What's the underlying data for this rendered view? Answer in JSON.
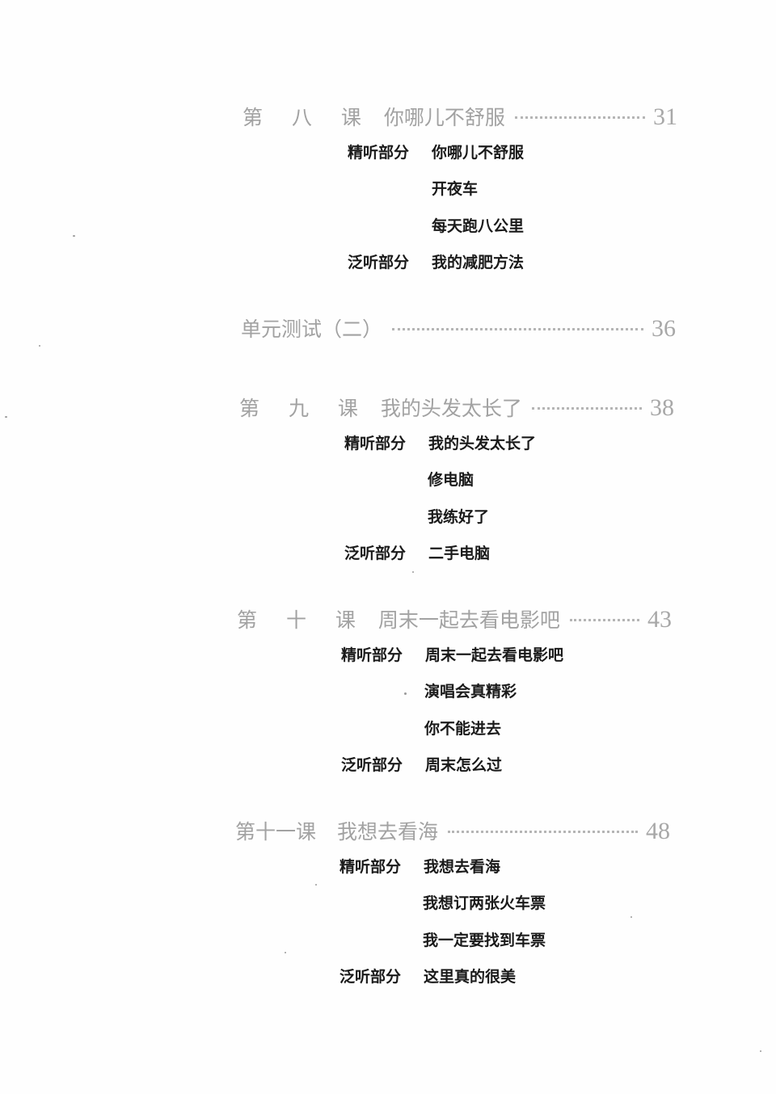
{
  "toc": {
    "entries": [
      {
        "lesson": "第 八 课",
        "title": "你哪儿不舒服",
        "page": "31",
        "sections": [
          {
            "category": "精听部分",
            "items": [
              "你哪儿不舒服",
              "开夜车",
              "每天跑八公里"
            ]
          },
          {
            "category": "泛听部分",
            "items": [
              "我的减肥方法"
            ]
          }
        ]
      },
      {
        "lesson": "单元测试（二）",
        "title": "",
        "page": "36",
        "sections": []
      },
      {
        "lesson": "第 九 课",
        "title": "我的头发太长了",
        "page": "38",
        "sections": [
          {
            "category": "精听部分",
            "items": [
              "我的头发太长了",
              "修电脑",
              "我练好了"
            ]
          },
          {
            "category": "泛听部分",
            "items": [
              "二手电脑"
            ]
          }
        ]
      },
      {
        "lesson": "第 十 课",
        "title": "周末一起去看电影吧",
        "page": "43",
        "sections": [
          {
            "category": "精听部分",
            "items": [
              "周末一起去看电影吧",
              "演唱会真精彩",
              "你不能进去"
            ]
          },
          {
            "category": "泛听部分",
            "items": [
              "周末怎么过"
            ]
          }
        ]
      },
      {
        "lesson": "第十一课",
        "title": "我想去看海",
        "page": "48",
        "sections": [
          {
            "category": "精听部分",
            "items": [
              "我想去看海",
              "我想订两张火车票",
              "我一定要找到车票"
            ]
          },
          {
            "category": "泛听部分",
            "items": [
              "这里真的很美"
            ]
          }
        ]
      }
    ]
  },
  "colors": {
    "heading": "#a2a2a2",
    "body_text": "#1a1a1a",
    "background": "#ffffff"
  }
}
